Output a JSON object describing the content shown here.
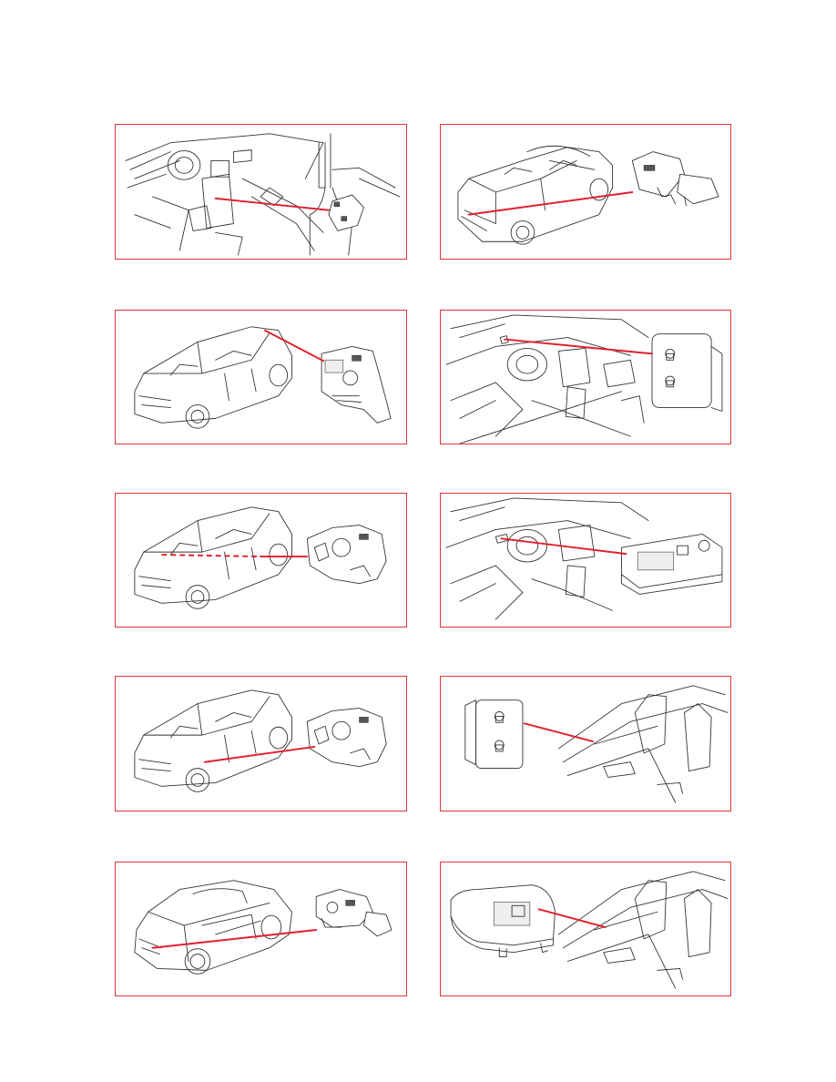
{
  "page": {
    "panels": [
      {
        "id": "dashboard-module",
        "components": [
          "dashboard",
          "module"
        ]
      },
      {
        "id": "convertible-rear-lock",
        "components": [
          "car",
          "lock-actuator"
        ]
      },
      {
        "id": "sedan-fuel-lid-actuator",
        "components": [
          "car",
          "actuator"
        ]
      },
      {
        "id": "door-lock-switch-dash",
        "components": [
          "cockpit",
          "lock-switch"
        ]
      },
      {
        "id": "rear-door-lock-dashed",
        "components": [
          "car",
          "door-lock"
        ]
      },
      {
        "id": "window-switch-panel-dash",
        "components": [
          "cockpit",
          "window-switch"
        ]
      },
      {
        "id": "front-door-lock",
        "components": [
          "car",
          "door-lock"
        ]
      },
      {
        "id": "lock-switch-door-trim",
        "components": [
          "lock-switch",
          "door-interior"
        ]
      },
      {
        "id": "hatchback-tailgate-lock",
        "components": [
          "car",
          "tailgate-lock"
        ]
      },
      {
        "id": "window-switch-door-trim",
        "components": [
          "window-switch",
          "door-interior"
        ]
      }
    ],
    "colors": {
      "frame": "#d9353b",
      "pointer": "#e0212c",
      "line": "#333333"
    }
  }
}
